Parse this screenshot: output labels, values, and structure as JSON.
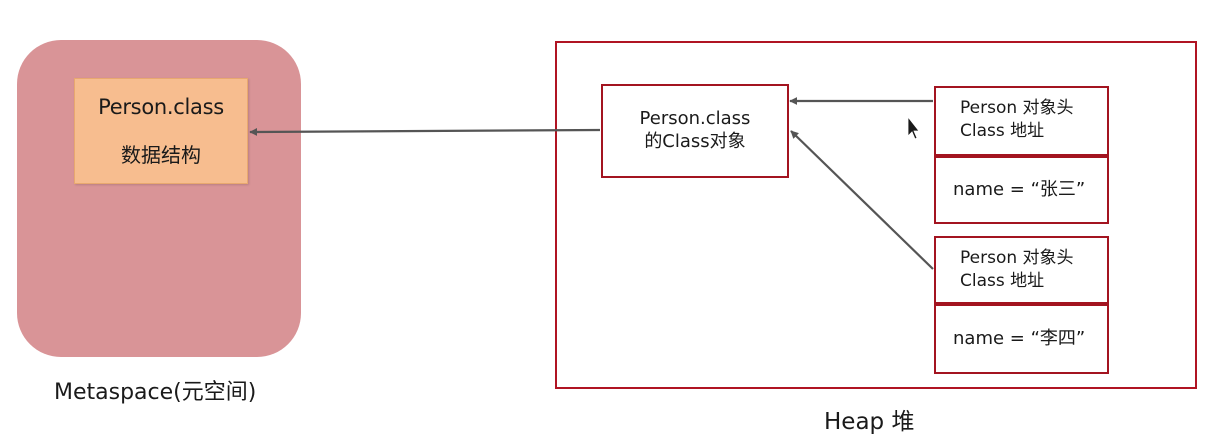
{
  "metaspace": {
    "class_box_line1": "Person.class",
    "class_box_line2": "数据结构",
    "label": "Metaspace(元空间)"
  },
  "heap": {
    "label": "Heap 堆",
    "class_object": {
      "line1": "Person.class",
      "line2": "的Class对象"
    },
    "objects": [
      {
        "header_line1": "Person 对象头",
        "header_line2": "Class 地址",
        "field": "name = “张三”"
      },
      {
        "header_line1": "Person 对象头",
        "header_line2": "Class 地址",
        "field": "name = “李四”"
      }
    ]
  },
  "colors": {
    "metaspace_fill": "#d99497",
    "class_struct_fill": "#f7bd8f",
    "heap_border": "#b01423",
    "arrow": "#555555"
  }
}
